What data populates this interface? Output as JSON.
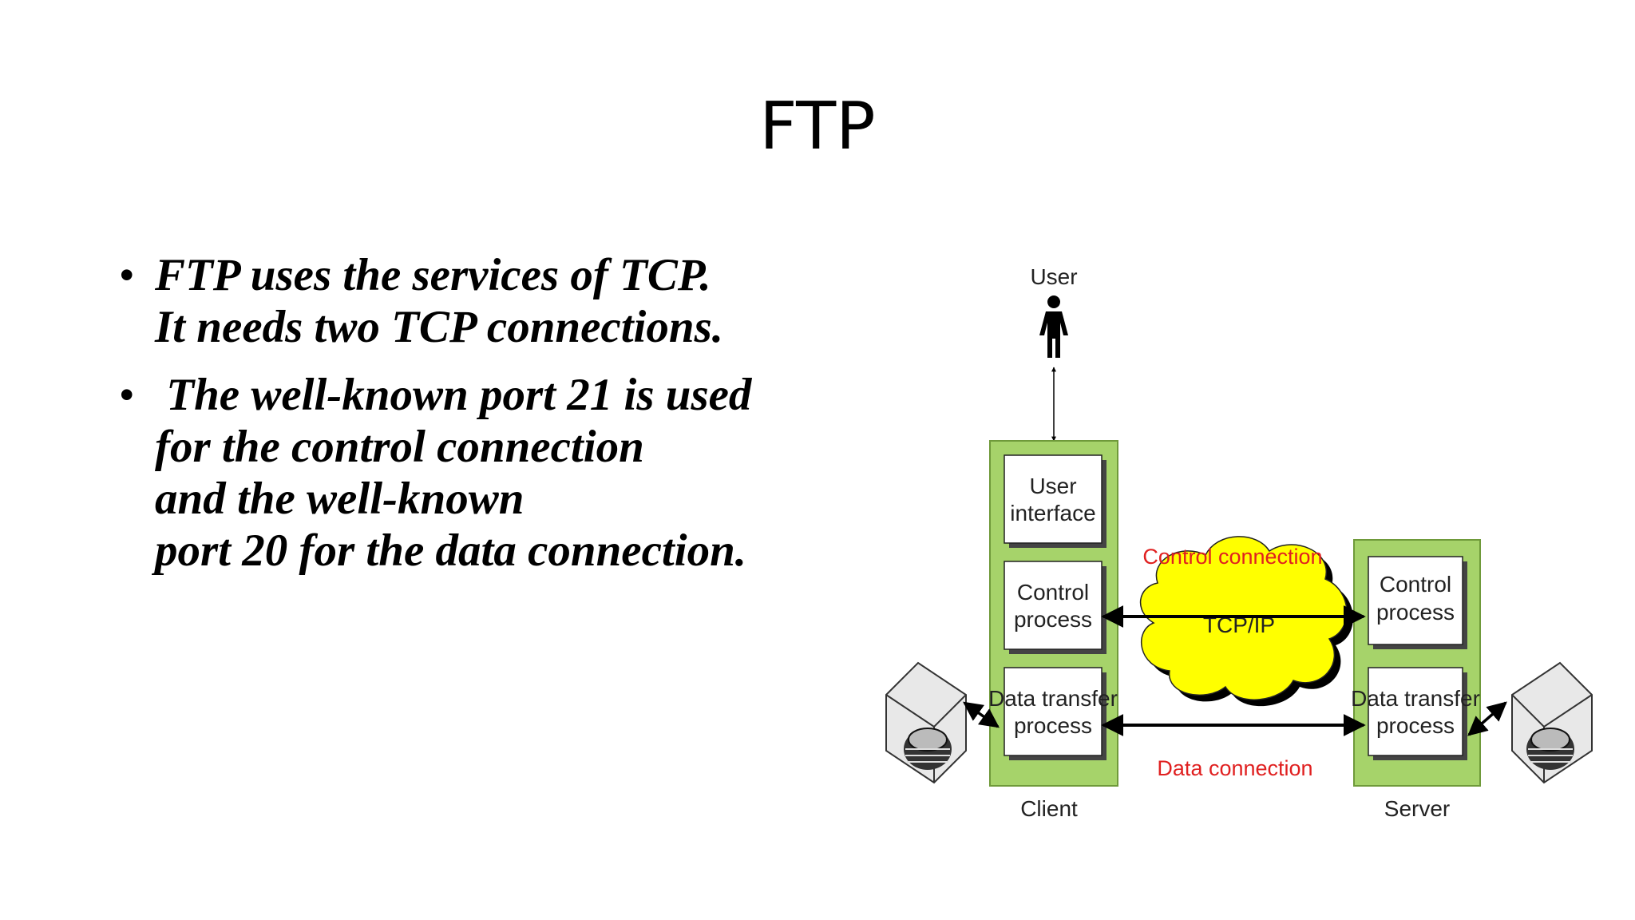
{
  "slide": {
    "title": "FTP",
    "bullets": [
      {
        "lines": [
          "FTP uses the services of TCP.",
          "It needs two TCP connections."
        ]
      },
      {
        "lines": [
          " The well-known port 21 is used",
          "for the control connection",
          "and the well-known",
          "port 20 for the data connection."
        ]
      }
    ]
  },
  "diagram": {
    "user": "User",
    "client": {
      "label": "Client",
      "boxes": [
        [
          "User",
          "interface"
        ],
        [
          "Control",
          "process"
        ],
        [
          "Data transfer",
          "process"
        ]
      ]
    },
    "server": {
      "label": "Server",
      "boxes": [
        [
          "Control",
          "process"
        ],
        [
          "Data transfer",
          "process"
        ]
      ]
    },
    "network": "TCP/IP",
    "control_connection": "Control connection",
    "data_connection": "Data connection",
    "colors": {
      "panel": "#a6d36a",
      "cloud": "#ffff00",
      "connection_label": "#e02020"
    }
  }
}
